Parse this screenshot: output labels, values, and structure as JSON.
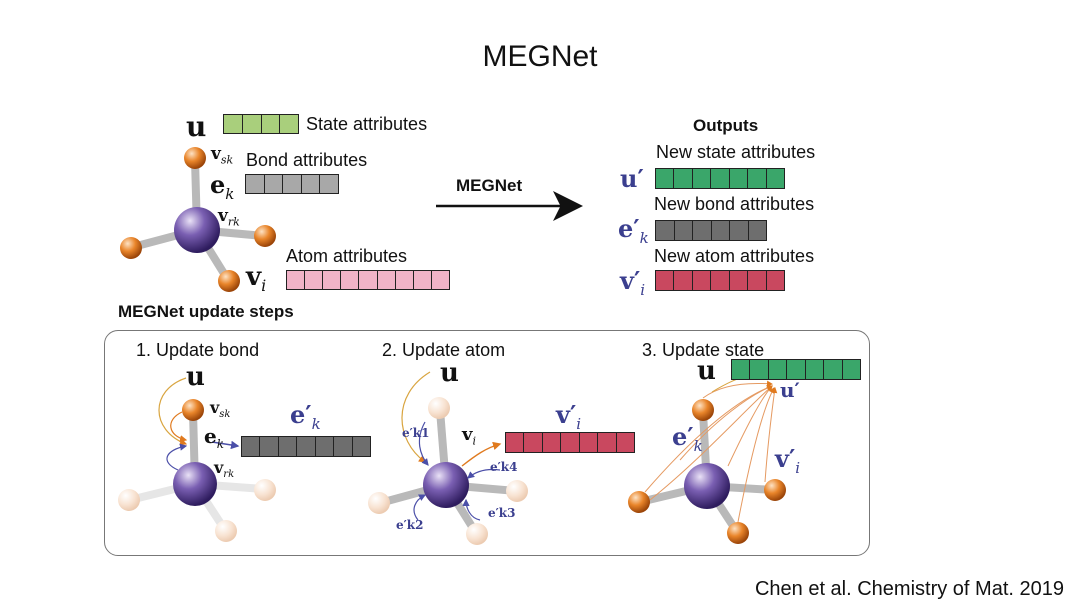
{
  "title": "MEGNet",
  "input": {
    "state_label": "State attributes",
    "bond_label": "Bond attributes",
    "atom_label": "Atom attributes",
    "sym_u": "u",
    "sym_e": "e",
    "sym_e_sub": "k",
    "sym_v": "v",
    "sym_v_sub": "i",
    "sym_vs": "v",
    "sym_vs_sub": "sk",
    "sym_vr": "v",
    "sym_vr_sub": "rk"
  },
  "arrow_label": "MEGNet",
  "outputs": {
    "heading": "Outputs",
    "state_label": "New state attributes",
    "bond_label": "New bond attributes",
    "atom_label": "New atom attributes",
    "sym_u": "u′",
    "sym_e": "e′",
    "sym_e_sub": "k",
    "sym_v": "v′",
    "sym_v_sub": "i"
  },
  "steps": {
    "heading": "MEGNet update steps",
    "step1": "1. Update bond",
    "step2": "2. Update atom",
    "step3": "3. Update state",
    "edge_labels": [
      "e′k1",
      "e′k2",
      "e′k3",
      "e′k4"
    ]
  },
  "credit": "Chen et al. Chemistry of Mat. 2019",
  "colors": {
    "state": "#a9cf7c",
    "bond": "#a8a8a8",
    "atom": "#f1b3c8",
    "new_state": "#3aa66a",
    "new_bond": "#6e6e6e",
    "new_atom": "#c9485f",
    "central_atom": "#6a4fa0",
    "outer_atom": "#e07a1f",
    "faded_atom": "#f6d9c2",
    "symbol_blue": "#3b3f8f"
  },
  "icons": [
    "central-atom-icon",
    "outer-atom-icon",
    "arrow-right-icon"
  ]
}
